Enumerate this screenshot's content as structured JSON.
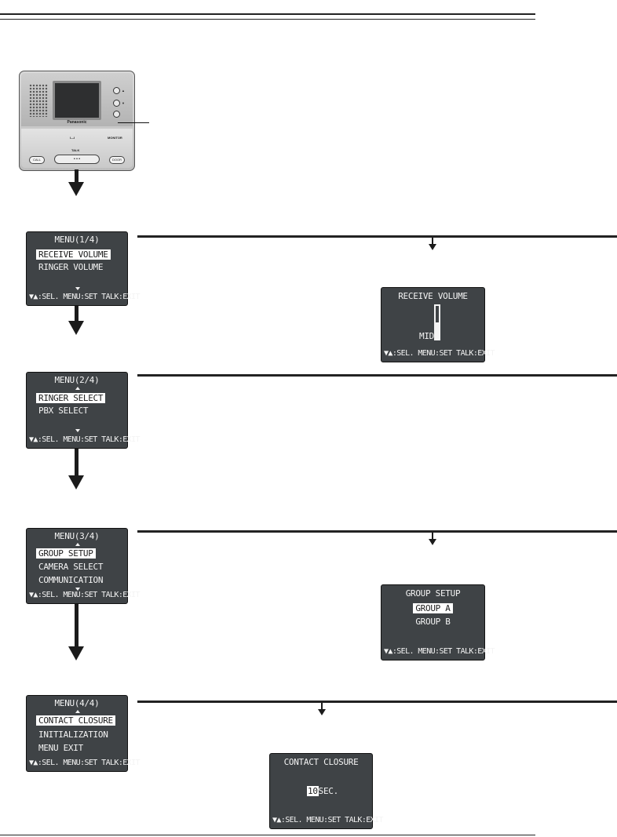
{
  "menus": [
    {
      "title": "MENU(1/4)",
      "items": [
        "RECEIVE VOLUME",
        "RINGER VOLUME"
      ],
      "footer": "▼▲:SEL. MENU:SET TALK:EXIT"
    },
    {
      "title": "MENU(2/4)",
      "items": [
        "RINGER SELECT",
        "PBX SELECT"
      ],
      "footer": "▼▲:SEL. MENU:SET TALK:EXIT"
    },
    {
      "title": "MENU(3/4)",
      "items": [
        "GROUP SETUP",
        "CAMERA SELECT",
        "COMMUNICATION"
      ],
      "footer": "▼▲:SEL. MENU:SET TALK:EXIT"
    },
    {
      "title": "MENU(4/4)",
      "items": [
        "CONTACT CLOSURE",
        "INITIALIZATION",
        "MENU EXIT"
      ],
      "footer": "▼▲:SEL. MENU:SET TALK:EXIT"
    }
  ],
  "receive_volume": {
    "title": "RECEIVE VOLUME",
    "level": "MID",
    "level_fraction": 0.5,
    "footer": "▼▲:SEL. MENU:SET TALK:EXIT"
  },
  "group_setup": {
    "title": "GROUP SETUP",
    "options": [
      "GROUP A",
      "GROUP B"
    ],
    "footer": "▼▲:SEL. MENU:SET TALK:EXIT"
  },
  "contact_closure": {
    "title": "CONTACT CLOSURE",
    "value": "10",
    "unit": "SEC.",
    "footer": "▼▲:SEL. MENU:SET TALK:EXIT"
  },
  "device": {
    "brand": "Panasonic",
    "talk_label": "TALK",
    "monitor_label": "MONITOR",
    "call_label": "CALL",
    "door_label": "DOOR",
    "volume_label": "I—I"
  },
  "colors": {
    "screen_bg": "#3f4346",
    "highlight_bg": "#ffffff",
    "rule": "#222222"
  }
}
